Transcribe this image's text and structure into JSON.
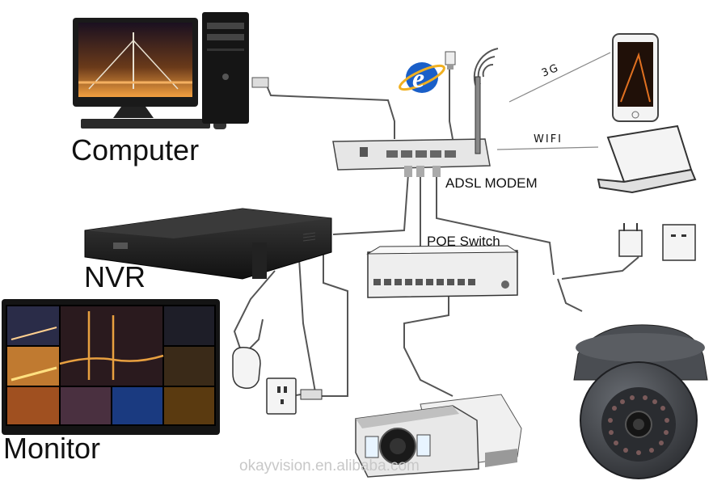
{
  "labels": {
    "computer": "Computer",
    "nvr": "NVR",
    "monitor": "Monitor",
    "adsl_modem": "ADSL MODEM",
    "poe_switch": "POE Switch",
    "wireless_3g": "3G",
    "wifi": "WIFI"
  },
  "watermark": "okayvision.en.alibaba.com",
  "colors": {
    "cable": "#555555",
    "device_dark": "#2a2a2a",
    "camera_dark": "#4a4d52",
    "ie_blue": "#1a5fc8"
  }
}
